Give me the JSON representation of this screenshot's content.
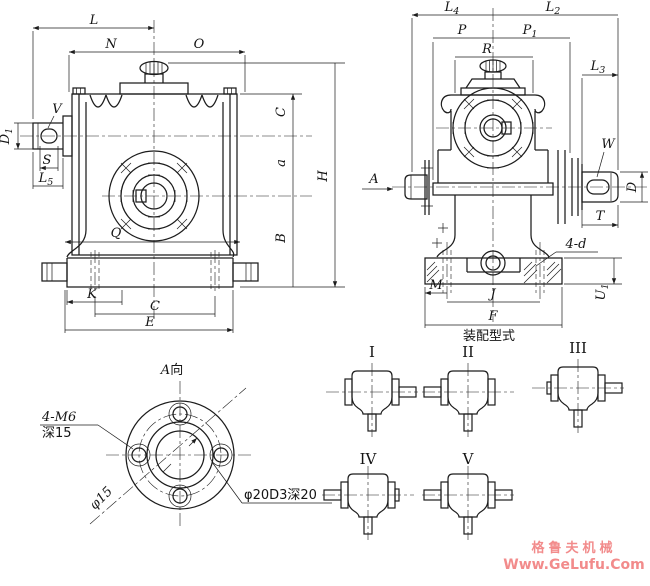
{
  "meta": {
    "line_color": "#1c1c1c",
    "background": "#ffffff"
  },
  "front_view": {
    "dims": {
      "L": "L",
      "N": "N",
      "O": "O",
      "V": "V",
      "D1": {
        "base": "D",
        "sub": "1"
      },
      "S": "S",
      "L5": {
        "base": "L",
        "sub": "5"
      },
      "Q": "Q",
      "K": "K",
      "C_bottom": "C",
      "E": "E",
      "C_right": "C",
      "a": "a",
      "B": "B",
      "H": "H"
    }
  },
  "side_view": {
    "dims": {
      "L4": {
        "base": "L",
        "sub": "4"
      },
      "L2": {
        "base": "L",
        "sub": "2"
      },
      "P": "P",
      "P1": {
        "base": "P",
        "sub": "1"
      },
      "R": "R",
      "L3": {
        "base": "L",
        "sub": "3"
      },
      "A": "A",
      "W": "W",
      "D": "D",
      "T": "T",
      "four_d": "4-d",
      "M": "M",
      "J": "J",
      "F": "F",
      "U1": {
        "base": "U",
        "sub": "1"
      }
    },
    "caption": "装配型式"
  },
  "flange_view": {
    "title_letter": "A",
    "title_suffix": "向",
    "thread_label": "4-M6",
    "thread_depth": "深15",
    "pilot_label": "φ15",
    "bore_label": "φ20D3深20"
  },
  "assembly_variants": [
    {
      "numeral": "I"
    },
    {
      "numeral": "II"
    },
    {
      "numeral": "III"
    },
    {
      "numeral": "IV"
    },
    {
      "numeral": "V"
    }
  ],
  "watermark": {
    "line1": "格鲁夫机械",
    "line2": "Www.GeLufu.Com",
    "color": "#f28b8b"
  }
}
